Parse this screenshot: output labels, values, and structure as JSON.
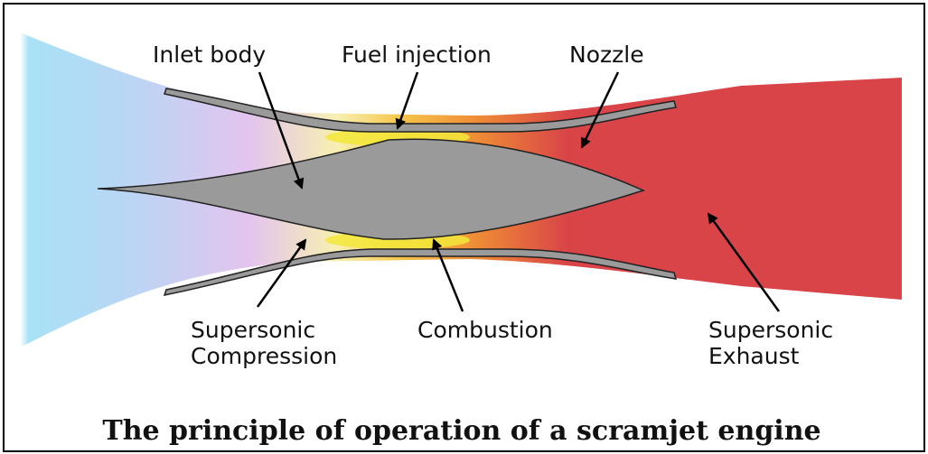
{
  "diagram": {
    "caption": "The principle of operation of a scramjet engine",
    "labels": {
      "inlet_body": "Inlet body",
      "fuel_injection": "Fuel injection",
      "nozzle": "Nozzle",
      "supersonic_compression": [
        "Supersonic",
        "Compression"
      ],
      "combustion": "Combustion",
      "supersonic_exhaust": [
        "Supersonic",
        "Exhaust"
      ]
    },
    "colors": {
      "intake_air": "#a8e2f7",
      "compression": "#e3c4ee",
      "combustion": "#f3e83a",
      "exhaust": "#d94448",
      "engine_body": "#9a9a9a"
    }
  }
}
